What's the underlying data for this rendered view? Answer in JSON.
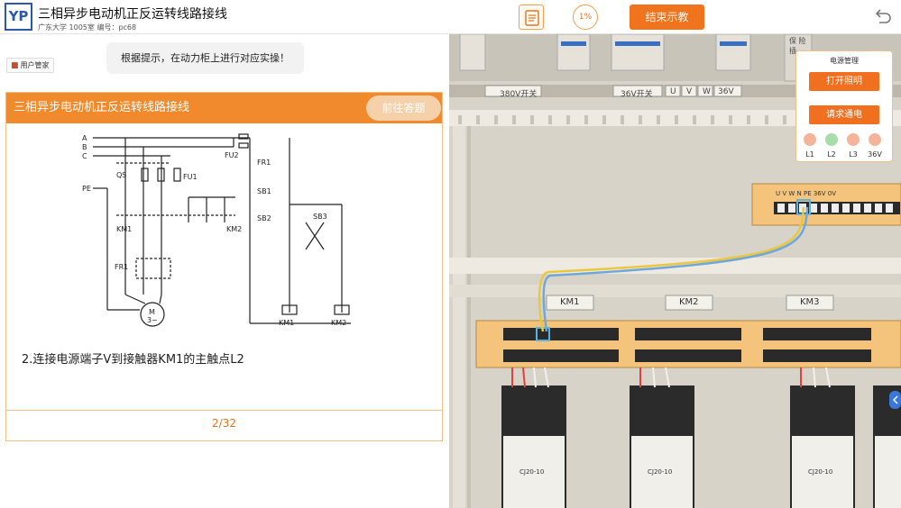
{
  "header": {
    "logo_text": "YP",
    "title": "三相异步电动机正反运转线路接线",
    "subtitle": "广东大学 1005室 编号：pc68",
    "progress": "1%",
    "end_button": "结束示教"
  },
  "left": {
    "user_tag": "用户管家",
    "hint_bubble": "根据提示，在动力柜上进行对应实操！",
    "card": {
      "title": "三相异步电动机正反运转线路接线",
      "goto_button": "前往答题",
      "question": "2.连接电源端子V到接触器KM1的主触点L2",
      "page": "2/32"
    },
    "diagram_labels": {
      "a": "A",
      "b": "B",
      "c": "C",
      "qs": "QS",
      "fu1": "FU1",
      "fu2": "FU2",
      "pe": "PE",
      "km1": "KM1",
      "km2": "KM2",
      "fr1": "FR1",
      "sb1": "SB1",
      "sb2": "SB2",
      "sb3": "SB3",
      "motor_m": "M",
      "motor_3": "3~"
    }
  },
  "scene": {
    "switch_labels": [
      "380V开关",
      "36V开关",
      "U",
      "V",
      "W",
      "36V"
    ],
    "terminal_label": "U V W N PE 36V 0V",
    "contactors": [
      "KM1",
      "KM2",
      "KM3"
    ],
    "contactor_model": "CJ20-10",
    "top_label": "保 险 插"
  },
  "power_panel": {
    "title": "电源管理",
    "light_button": "打开照明",
    "power_button": "请求通电",
    "lights": [
      {
        "label": "L1",
        "color": "#f4b49a"
      },
      {
        "label": "L2",
        "color": "#a8dca8"
      },
      {
        "label": "L3",
        "color": "#f4b49a"
      },
      {
        "label": "36V",
        "color": "#f4b49a"
      }
    ]
  },
  "colors": {
    "accent": "#f08a2c",
    "button": "#f07020"
  }
}
